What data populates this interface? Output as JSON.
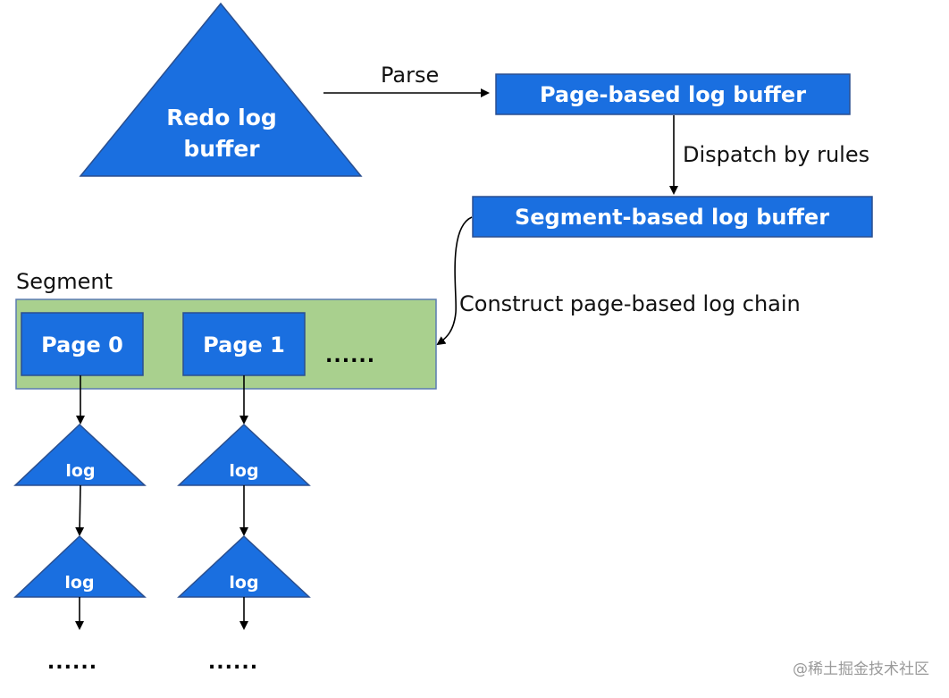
{
  "source": {
    "label": "Redo log buffer",
    "label_lines": [
      "Redo log",
      "buffer"
    ]
  },
  "edges": {
    "parse": "Parse",
    "dispatch": "Dispatch by rules",
    "construct": "Construct page-based log chain"
  },
  "page_buffer": {
    "label": "Page-based log buffer"
  },
  "segment_buffer": {
    "label": "Segment-based log buffer"
  },
  "segment": {
    "title": "Segment",
    "pages": [
      {
        "label": "Page 0",
        "logs": [
          "log",
          "log"
        ],
        "more": "......"
      },
      {
        "label": "Page 1",
        "logs": [
          "log",
          "log"
        ],
        "more": "......"
      }
    ],
    "more": "......"
  },
  "watermark": "@稀土掘金技术社区",
  "colors": {
    "blue_fill": "#1a6fe0",
    "segment_fill": "#a9d08e",
    "text_on_blue": "#ffffff",
    "arrow": "#000000"
  }
}
